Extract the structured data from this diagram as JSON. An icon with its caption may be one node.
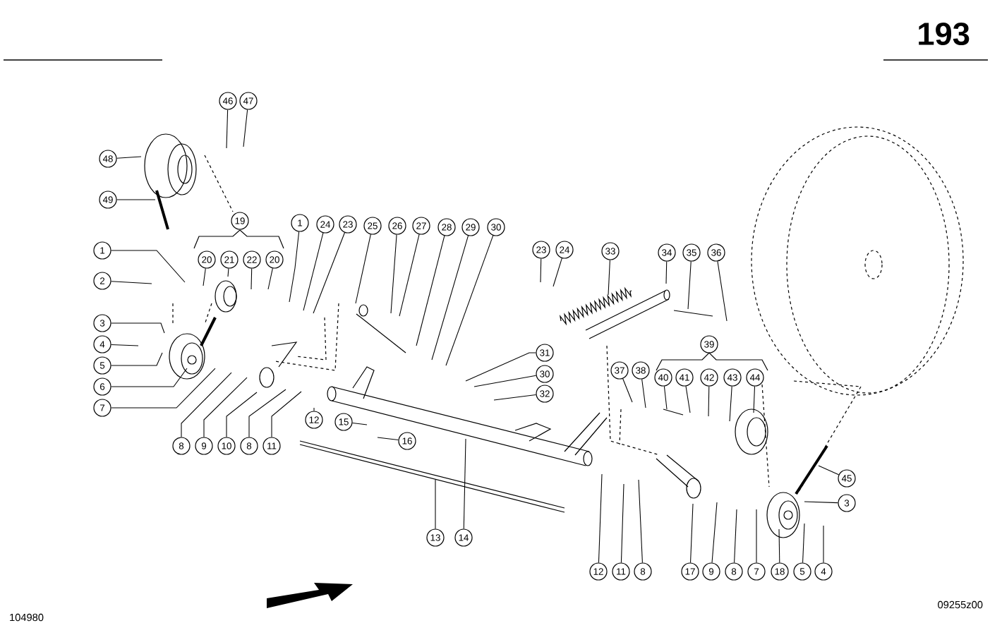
{
  "diagram": {
    "nodes": [
      {
        "text": [
          "46"
        ]
      },
      {
        "text": [
          "47"
        ]
      },
      {
        "text": [
          "48"
        ]
      },
      {
        "text": [
          "49"
        ]
      },
      {
        "text": [
          "19"
        ]
      },
      {
        "text": [
          "1"
        ]
      },
      {
        "text": [
          "24"
        ]
      },
      {
        "text": [
          "23"
        ]
      },
      {
        "text": [
          "25"
        ]
      },
      {
        "text": [
          "26"
        ]
      },
      {
        "text": [
          "27"
        ]
      },
      {
        "text": [
          "28"
        ]
      },
      {
        "text": [
          "29"
        ]
      },
      {
        "text": [
          "30"
        ]
      },
      {
        "text": [
          "1"
        ]
      },
      {
        "text": [
          "23"
        ]
      },
      {
        "text": [
          "24"
        ]
      },
      {
        "text": [
          "33"
        ]
      },
      {
        "text": [
          "34"
        ]
      },
      {
        "text": [
          "35"
        ]
      },
      {
        "text": [
          "36"
        ]
      },
      {
        "text": [
          "20"
        ]
      },
      {
        "text": [
          "21"
        ]
      },
      {
        "text": [
          "22"
        ]
      },
      {
        "text": [
          "20"
        ]
      },
      {
        "text": [
          "2"
        ]
      },
      {
        "text": [
          "3"
        ]
      },
      {
        "text": [
          "39"
        ]
      },
      {
        "text": [
          "4"
        ]
      },
      {
        "text": [
          "31"
        ]
      },
      {
        "text": [
          "5"
        ]
      },
      {
        "text": [
          "37"
        ]
      },
      {
        "text": [
          "38"
        ]
      },
      {
        "text": [
          "30"
        ]
      },
      {
        "text": [
          "40"
        ]
      },
      {
        "text": [
          "41"
        ]
      },
      {
        "text": [
          "42"
        ]
      },
      {
        "text": [
          "43"
        ]
      },
      {
        "text": [
          "44"
        ]
      },
      {
        "text": [
          "6"
        ]
      },
      {
        "text": [
          "32"
        ]
      },
      {
        "text": [
          "7"
        ]
      },
      {
        "text": [
          "12"
        ]
      },
      {
        "text": [
          "15"
        ]
      },
      {
        "text": [
          "16"
        ]
      },
      {
        "text": [
          "8"
        ]
      },
      {
        "text": [
          "9"
        ]
      },
      {
        "text": [
          "10"
        ]
      },
      {
        "text": [
          "8"
        ]
      },
      {
        "text": [
          "11"
        ]
      },
      {
        "text": [
          "45"
        ]
      },
      {
        "text": [
          "3"
        ]
      },
      {
        "text": [
          "13"
        ]
      },
      {
        "text": [
          "14"
        ]
      },
      {
        "text": [
          "12"
        ]
      },
      {
        "text": [
          "11"
        ]
      },
      {
        "text": [
          "8"
        ]
      },
      {
        "text": [
          "17"
        ]
      },
      {
        "text": [
          "9"
        ]
      },
      {
        "text": [
          "8"
        ]
      },
      {
        "text": [
          "7"
        ]
      },
      {
        "text": [
          "18"
        ]
      },
      {
        "text": [
          "5"
        ]
      },
      {
        "text": [
          "4"
        ]
      }
    ],
    "edges": [
      {
        "from": 0,
        "to": null,
        "arrow": "none"
      },
      {
        "from": 1,
        "to": null,
        "arrow": "none"
      },
      {
        "from": 2,
        "to": null,
        "arrow": "none"
      },
      {
        "from": 3,
        "to": null,
        "arrow": "none"
      },
      {
        "from": 5,
        "to": null,
        "arrow": "none"
      },
      {
        "from": 6,
        "to": null,
        "arrow": "none"
      },
      {
        "from": 7,
        "to": null,
        "arrow": "none"
      },
      {
        "from": 8,
        "to": null,
        "arrow": "none"
      },
      {
        "from": 9,
        "to": null,
        "arrow": "none"
      },
      {
        "from": 10,
        "to": null,
        "arrow": "none"
      },
      {
        "from": 11,
        "to": null,
        "arrow": "none"
      },
      {
        "from": 12,
        "to": null,
        "arrow": "none"
      },
      {
        "from": 13,
        "to": null,
        "arrow": "none"
      },
      {
        "from": 14,
        "to": null,
        "arrow": "none"
      },
      {
        "from": 15,
        "to": null,
        "arrow": "none"
      },
      {
        "from": 16,
        "to": null,
        "arrow": "none"
      },
      {
        "from": 17,
        "to": null,
        "arrow": "none"
      },
      {
        "from": 18,
        "to": null,
        "arrow": "none"
      },
      {
        "from": 19,
        "to": null,
        "arrow": "none"
      },
      {
        "from": 20,
        "to": null,
        "arrow": "none"
      },
      {
        "from": 21,
        "to": null,
        "arrow": "none"
      },
      {
        "from": 22,
        "to": null,
        "arrow": "none"
      },
      {
        "from": 23,
        "to": null,
        "arrow": "none"
      },
      {
        "from": 24,
        "to": null,
        "arrow": "none"
      },
      {
        "from": 25,
        "to": null,
        "arrow": "none"
      },
      {
        "from": 26,
        "to": null,
        "arrow": "none"
      },
      {
        "from": 28,
        "to": null,
        "arrow": "none"
      },
      {
        "from": 29,
        "to": null,
        "arrow": "none"
      },
      {
        "from": 30,
        "to": null,
        "arrow": "none"
      },
      {
        "from": 31,
        "to": null,
        "arrow": "none"
      },
      {
        "from": 32,
        "to": null,
        "arrow": "none"
      },
      {
        "from": 33,
        "to": null,
        "arrow": "none"
      },
      {
        "from": 34,
        "to": null,
        "arrow": "none"
      },
      {
        "from": 35,
        "to": null,
        "arrow": "none"
      },
      {
        "from": 36,
        "to": null,
        "arrow": "none"
      },
      {
        "from": 37,
        "to": null,
        "arrow": "none"
      },
      {
        "from": 38,
        "to": null,
        "arrow": "none"
      },
      {
        "from": 39,
        "to": null,
        "arrow": "none"
      },
      {
        "from": 40,
        "to": null,
        "arrow": "none"
      },
      {
        "from": 41,
        "to": null,
        "arrow": "none"
      },
      {
        "from": 42,
        "to": null,
        "arrow": "none"
      },
      {
        "from": 43,
        "to": null,
        "arrow": "none"
      },
      {
        "from": 44,
        "to": null,
        "arrow": "none"
      },
      {
        "from": 45,
        "to": null,
        "arrow": "none"
      },
      {
        "from": 46,
        "to": null,
        "arrow": "none"
      },
      {
        "from": 47,
        "to": null,
        "arrow": "none"
      },
      {
        "from": 48,
        "to": null,
        "arrow": "none"
      },
      {
        "from": 49,
        "to": null,
        "arrow": "none"
      },
      {
        "from": 50,
        "to": null,
        "arrow": "none"
      },
      {
        "from": 51,
        "to": null,
        "arrow": "none"
      },
      {
        "from": 52,
        "to": null,
        "arrow": "none"
      },
      {
        "from": 53,
        "to": null,
        "arrow": "none"
      },
      {
        "from": 54,
        "to": null,
        "arrow": "none"
      },
      {
        "from": 55,
        "to": null,
        "arrow": "none"
      },
      {
        "from": 56,
        "to": null,
        "arrow": "none"
      },
      {
        "from": 57,
        "to": null,
        "arrow": "none"
      },
      {
        "from": 58,
        "to": null,
        "arrow": "none"
      },
      {
        "from": 59,
        "to": null,
        "arrow": "none"
      },
      {
        "from": 60,
        "to": null,
        "arrow": "none"
      },
      {
        "from": 61,
        "to": null,
        "arrow": "none"
      },
      {
        "from": 62,
        "to": null,
        "arrow": "none"
      },
      {
        "from": 63,
        "to": null,
        "arrow": "none"
      }
    ],
    "labels": [
      "193",
      "104980",
      "09255z00"
    ]
  }
}
